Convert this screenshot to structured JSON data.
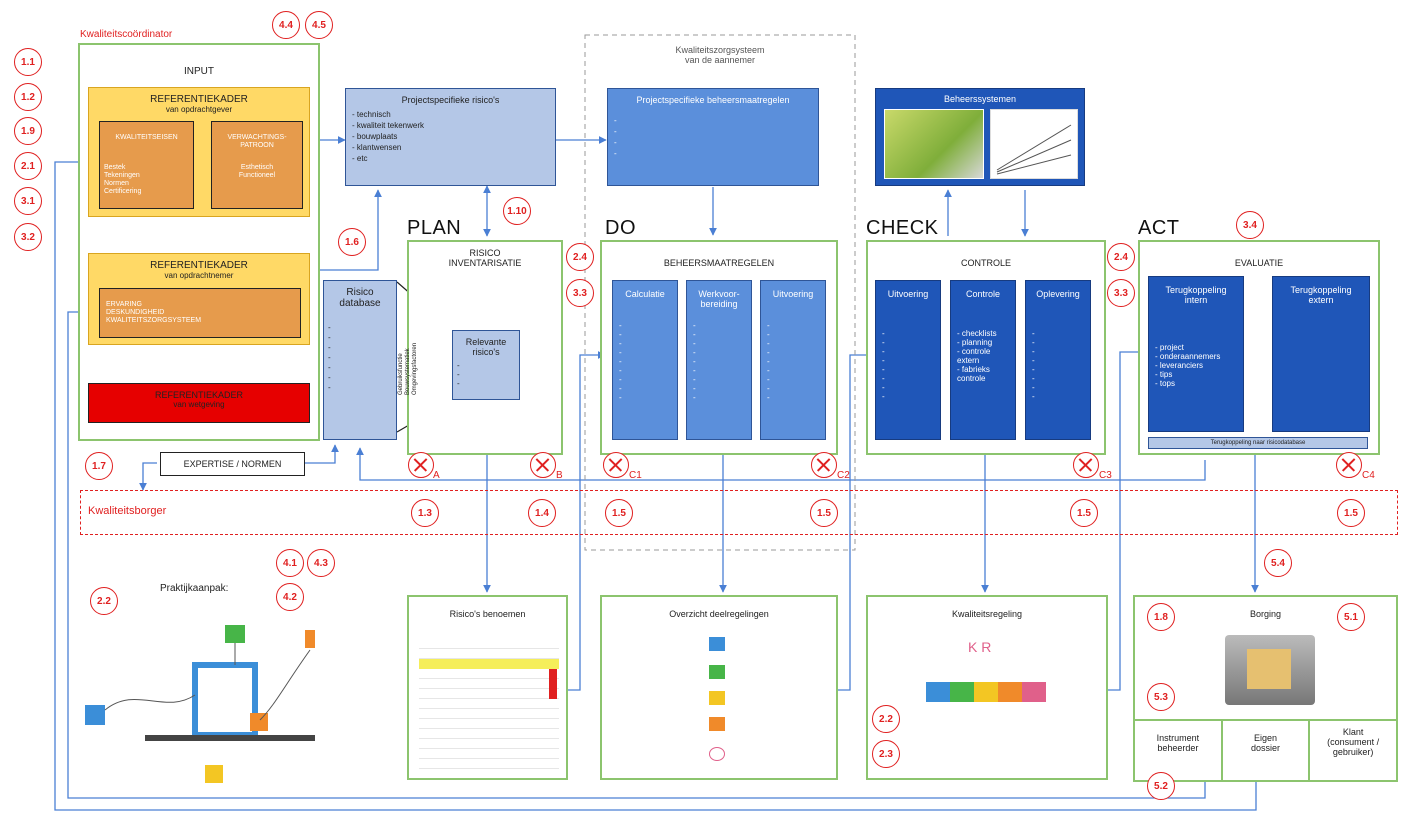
{
  "input": {
    "label": "INPUT",
    "coordinator": "Kwaliteitscoördinator"
  },
  "ref_opdrachtgever": {
    "title": "REFERENTIEKADER",
    "sub": "van opdrachtgever",
    "box1_title": "KWALITEITSEISEN",
    "box1_items": "Bestek\nTekeningen\nNormen\nCertificering",
    "box2_title": "VERWACHTINGS-\nPATROON",
    "box2_items": "Esthetisch\nFunctioneel"
  },
  "ref_opdrachtnemer": {
    "title": "REFERENTIEKADER",
    "sub": "van opdrachtnemer",
    "items": "ERVARING\nDESKUNDIGHEID\nKWALITEITSZORGSYSTEEM"
  },
  "ref_wetgeving": {
    "title": "REFERENTIEKADER",
    "sub": "van wetgeving"
  },
  "expertise": "EXPERTISE / NORMEN",
  "borger": "Kwaliteitsborger",
  "risks": {
    "title": "Projectspecifieke risico's",
    "items": "- technisch\n- kwaliteit tekenwerk\n- bouwplaats\n- klantwensen\n- etc"
  },
  "kzs": {
    "title": "Kwaliteitszorgsysteem\nvan de aannemer"
  },
  "maatregelen": {
    "title": "Projectspecifieke beheersmaatregelen",
    "items": "-\n-\n-\n-"
  },
  "beheers": {
    "title": "Beheerssystemen"
  },
  "phases": {
    "plan": "PLAN",
    "do": "DO",
    "check": "CHECK",
    "act": "ACT"
  },
  "plan": {
    "title": "RISICO\nINVENTARISATIE",
    "db": "Risico\ndatabase",
    "db_items": "-\n-\n-\n-\n-\n-\n-",
    "db_side": "Gebruiksfunctie\nBouwsystematiek\nOmgevingsfactoren",
    "rel": "Relevante\nrisico's",
    "rel_items": "-\n-\n-"
  },
  "do": {
    "title": "BEHEERSMAATREGELEN",
    "cols": [
      {
        "label": "Calculatie",
        "items": "-\n-\n-\n-\n-\n-\n-\n-\n-"
      },
      {
        "label": "Werkvoor-\nbereiding",
        "items": "-\n-\n-\n-\n-\n-\n-\n-\n-"
      },
      {
        "label": "Uitvoering",
        "items": "-\n-\n-\n-\n-\n-\n-\n-\n-"
      }
    ]
  },
  "check": {
    "title": "CONTROLE",
    "cols": [
      {
        "label": "Uitvoering",
        "items": "-\n-\n-\n-\n-\n-\n-\n-"
      },
      {
        "label": "Controle",
        "items": "- checklists\n- planning\n- controle\nextern\n- fabrieks\ncontrole"
      },
      {
        "label": "Oplevering",
        "items": "-\n-\n-\n-\n-\n-\n-\n-"
      }
    ]
  },
  "act": {
    "title": "EVALUATIE",
    "col1": "Terugkoppeling\nintern",
    "col1_items": "- project\n- onderaannemers\n- leveranciers\n- tips\n- tops",
    "col2": "Terugkoppeling\nextern",
    "footer": "Terugkoppeling naar risicodatabase"
  },
  "outputs": {
    "plan": "Risico's benoemen",
    "do": "Overzicht deelregelingen",
    "check": "Kwaliteitsregeling",
    "kr": "K R",
    "act": "Borging",
    "act_cols": [
      "Instrument\nbeheerder",
      "Eigen\ndossier",
      "Klant\n(consument /\ngebruiker)"
    ]
  },
  "praktijk": "Praktijkaanpak:",
  "circles": [
    "4.4",
    "4.5",
    "1.1",
    "1.2",
    "1.9",
    "2.1",
    "3.1",
    "3.2",
    "1.6",
    "1.10",
    "2.4",
    "3.3",
    "2.4",
    "3.3",
    "3.4",
    "1.7",
    "1.3",
    "1.4",
    "1.5",
    "1.5",
    "1.5",
    "1.5",
    "4.1",
    "4.3",
    "4.2",
    "2.2",
    "5.4",
    "1.8",
    "5.1",
    "5.3",
    "2.2",
    "2.3",
    "5.2"
  ],
  "xlabels": [
    "A",
    "B",
    "C1",
    "C2",
    "C3",
    "C4"
  ],
  "colors": {
    "accent": "#e02020",
    "green": "#8cc46e",
    "blue_light": "#b4c7e7",
    "blue_mid": "#5b8fdb",
    "blue_dark": "#1f56b8",
    "orange": "#e69b4c",
    "yellow": "#ffd966"
  }
}
